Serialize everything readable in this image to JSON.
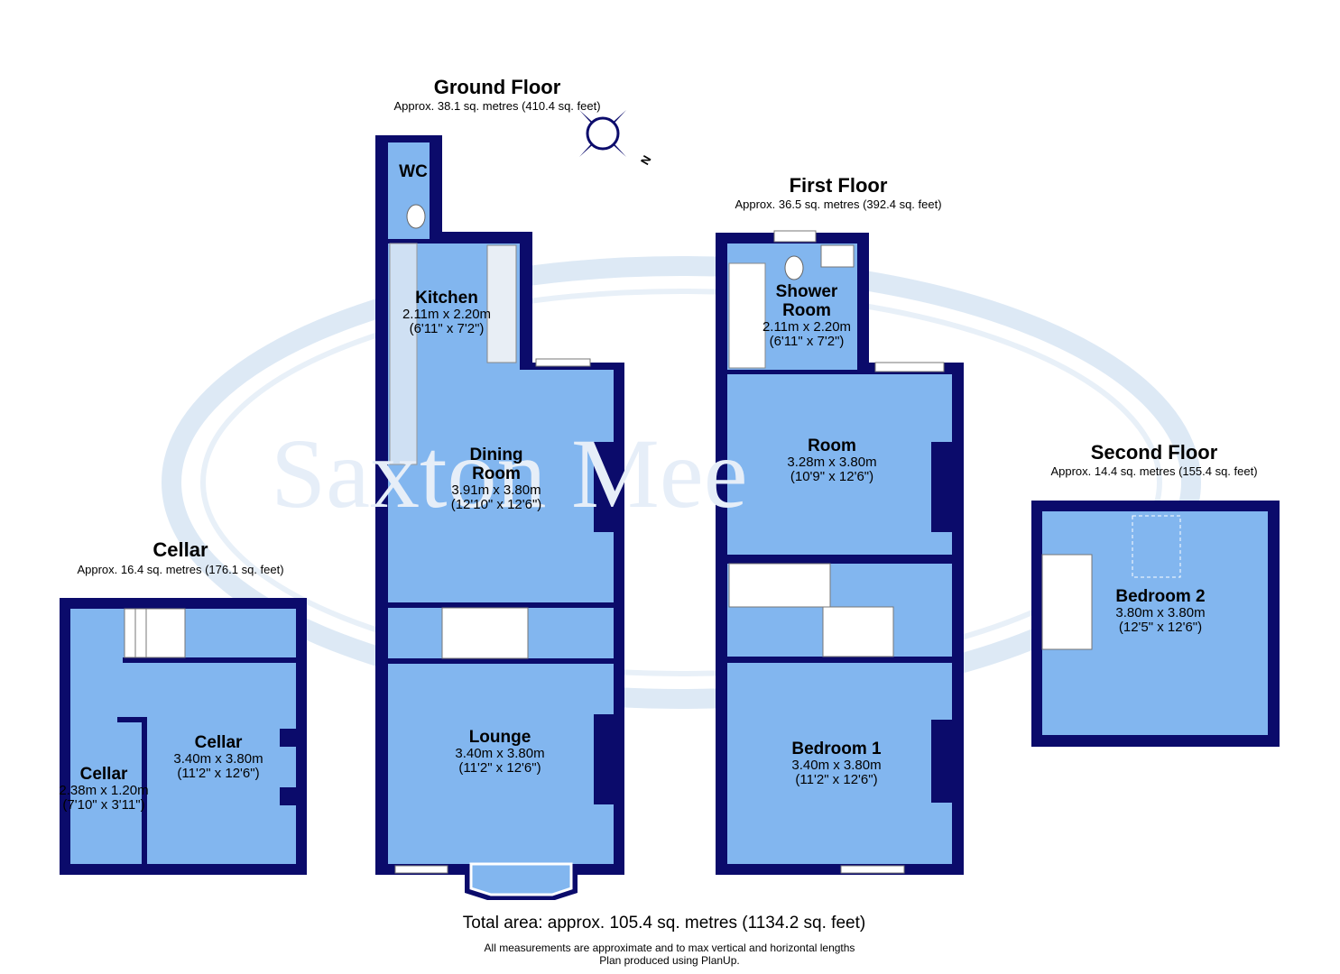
{
  "colors": {
    "wall": "#0b0b6b",
    "room": "#82b6ef",
    "watermark": "#d8e6f4"
  },
  "watermark": "Saxton Mee",
  "floors": {
    "cellar": {
      "title": "Cellar",
      "area": "Approx. 16.4 sq. metres (176.1 sq. feet)"
    },
    "ground": {
      "title": "Ground Floor",
      "area": "Approx. 38.1 sq. metres (410.4 sq. feet)"
    },
    "first": {
      "title": "First Floor",
      "area": "Approx. 36.5 sq. metres (392.4 sq. feet)"
    },
    "second": {
      "title": "Second Floor",
      "area": "Approx. 14.4 sq. metres (155.4 sq. feet)"
    }
  },
  "rooms": {
    "cellar_small": {
      "name": "Cellar",
      "metric": "2.38m x 1.20m",
      "imperial": "(7'10\" x 3'11\")"
    },
    "cellar_main": {
      "name": "Cellar",
      "metric": "3.40m x 3.80m",
      "imperial": "(11'2\" x 12'6\")"
    },
    "wc": {
      "name": "WC"
    },
    "kitchen": {
      "name": "Kitchen",
      "metric": "2.11m x 2.20m",
      "imperial": "(6'11\" x 7'2\")"
    },
    "dining": {
      "name": "Dining\nRoom",
      "name1": "Dining",
      "name2": "Room",
      "metric": "3.91m x 3.80m",
      "imperial": "(12'10\" x 12'6\")"
    },
    "lounge": {
      "name": "Lounge",
      "metric": "3.40m x 3.80m",
      "imperial": "(11'2\" x 12'6\")"
    },
    "shower": {
      "name1": "Shower",
      "name2": "Room",
      "metric": "2.11m x 2.20m",
      "imperial": "(6'11\" x 7'2\")"
    },
    "room": {
      "name": "Room",
      "metric": "3.28m x 3.80m",
      "imperial": "(10'9\" x 12'6\")"
    },
    "bedroom1": {
      "name": "Bedroom 1",
      "metric": "3.40m x 3.80m",
      "imperial": "(11'2\" x 12'6\")"
    },
    "bedroom2": {
      "name": "Bedroom 2",
      "metric": "3.80m x 3.80m",
      "imperial": "(12'5\" x 12'6\")"
    }
  },
  "compass": {
    "label": "N"
  },
  "footer": {
    "total": "Total area: approx. 105.4 sq. metres (1134.2 sq. feet)",
    "note1": "All measurements are approximate and to max vertical and horizontal lengths",
    "note2": "Plan produced using PlanUp."
  }
}
